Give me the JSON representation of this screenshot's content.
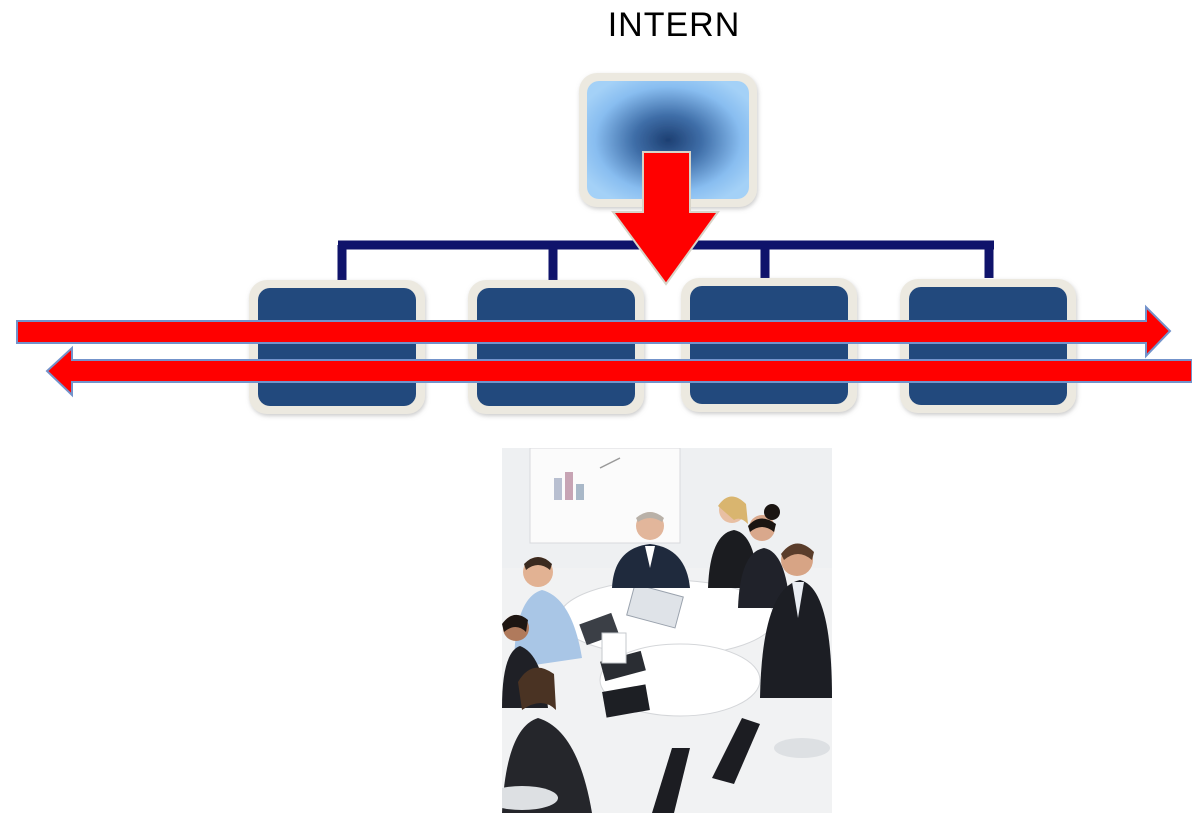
{
  "diagram": {
    "title": "INTERN",
    "colors": {
      "top_box_light": "#9dccf5",
      "top_box_dark": "#1d3f72",
      "box_fill": "#23497d",
      "box_frame": "#ece9e0",
      "connector": "#0f136b",
      "arrow": "#ff0000",
      "arrow_outline": "#6f8fc8"
    },
    "nodes": [
      {
        "role": "top"
      },
      {
        "role": "child-1"
      },
      {
        "role": "child-2"
      },
      {
        "role": "child-3"
      },
      {
        "role": "child-4"
      }
    ],
    "arrows": [
      {
        "role": "down",
        "from": "top",
        "to": "children"
      },
      {
        "role": "right",
        "across": "children"
      },
      {
        "role": "left",
        "across": "children"
      }
    ]
  },
  "photo": {
    "icon": "business-meeting-photo"
  }
}
